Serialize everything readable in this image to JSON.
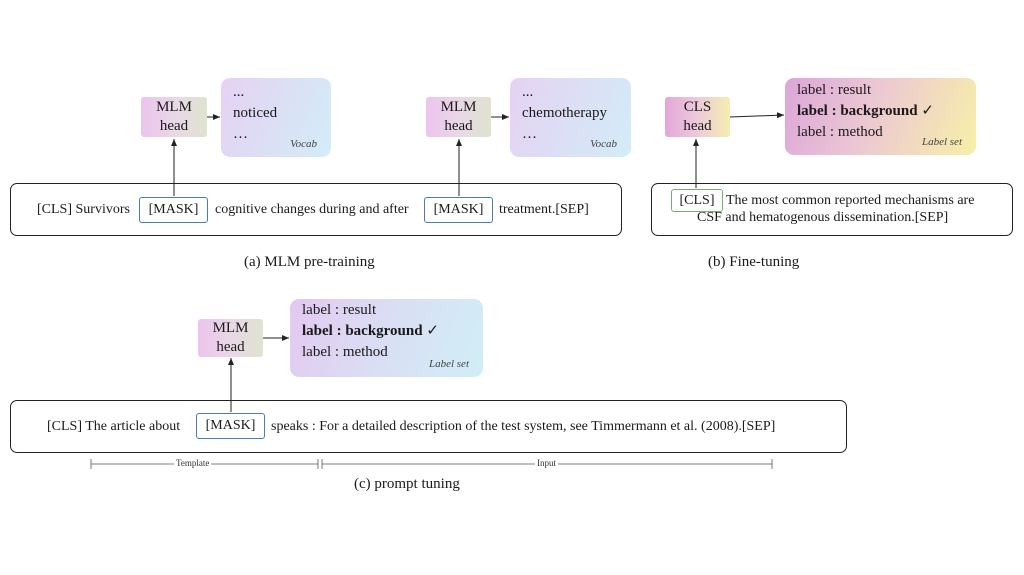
{
  "panel_a": {
    "head1": {
      "line1": "MLM",
      "line2": "head"
    },
    "vocab1": {
      "line1": "...",
      "line2": "noticed",
      "line3": "…",
      "tag": "Vocab"
    },
    "head2": {
      "line1": "MLM",
      "line2": "head"
    },
    "vocab2": {
      "line1": "...",
      "line2": "chemotherapy",
      "line3": "…",
      "tag": "Vocab"
    },
    "sentence": {
      "part1": "[CLS] Survivors",
      "mask1": "[MASK]",
      "part2": "cognitive changes during and after",
      "mask2": "[MASK]",
      "part3": "treatment.[SEP]"
    },
    "caption": "(a) MLM pre-training"
  },
  "panel_b": {
    "head": {
      "line1": "CLS",
      "line2": "head"
    },
    "labelset": {
      "item1": "label : result",
      "item2": "label : background",
      "check": "✓",
      "item3": "label : method",
      "tag": "Label set"
    },
    "sentence": {
      "cls": "[CLS]",
      "line1": "The most common reported mechanisms are",
      "line2": "CSF and hematogenous dissemination.[SEP]"
    },
    "caption": "(b) Fine-tuning"
  },
  "panel_c": {
    "head": {
      "line1": "MLM",
      "line2": "head"
    },
    "labelset": {
      "item1": "label : result",
      "item2": "label : background",
      "check": "✓",
      "item3": "label : method",
      "tag": "Label set"
    },
    "sentence": {
      "part1": "[CLS] The article about",
      "mask": "[MASK]",
      "part2": "speaks : For a detailed description of the test system, see Timmermann et al. (2008).[SEP]"
    },
    "bracket": {
      "template": "Template",
      "input": "Input"
    },
    "caption": "(c) prompt tuning"
  }
}
